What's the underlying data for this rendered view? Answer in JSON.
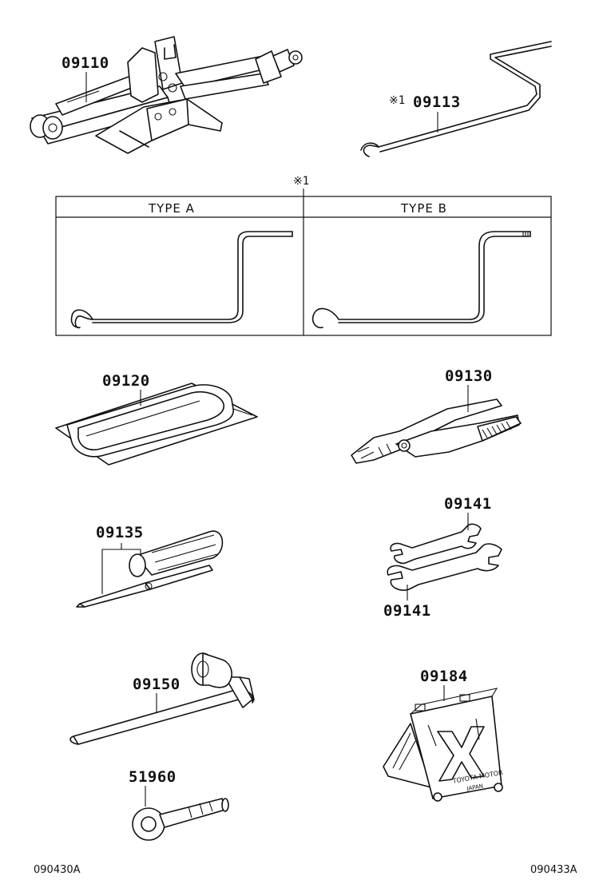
{
  "parts": {
    "jack": "09110",
    "jack_handle": "09113",
    "jack_handle_mark": "※1",
    "tool_bag": "09120",
    "pliers": "09130",
    "screwdriver": "09135",
    "wrench_top": "09141",
    "wrench_bottom": "09141",
    "wheel_wrench": "09150",
    "towing_eye": "51960",
    "triangle": "09184"
  },
  "table": {
    "note": "※1",
    "type_a": "TYPE  A",
    "type_b": "TYPE  B"
  },
  "triangle_text": {
    "maker": "TOYOTA MOTOR",
    "sub": "JAPAN"
  },
  "footer": {
    "left": "090430A",
    "right": "090433A"
  }
}
